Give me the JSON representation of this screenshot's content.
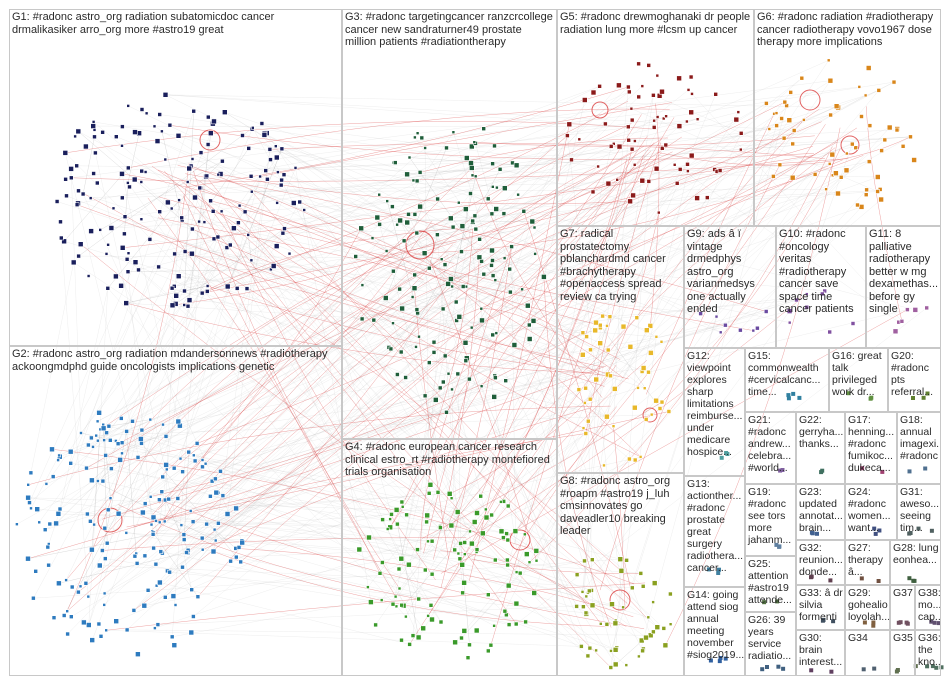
{
  "groups": [
    {
      "id": "G1",
      "label": "G1: #radonc astro_org radiation subatomicdoc cancer drmalikasiker arro_org more #astro19 great",
      "color": "#1a1f5c"
    },
    {
      "id": "G2",
      "label": "G2: #radonc astro_org radiation mdandersonnews #radiotherapy ackoongmdphd guide oncologists implications genetic",
      "color": "#2e7bbf"
    },
    {
      "id": "G3",
      "label": "G3: #radonc targetingcancer ranzcrcollege cancer new sandraturner49 prostate million patients #radiationtherapy",
      "color": "#1f5e3a"
    },
    {
      "id": "G4",
      "label": "G4: #radonc european cancer research clinical estro_rt #radiotherapy montefiored trials organisation",
      "color": "#3a9a2a"
    },
    {
      "id": "G5",
      "label": "G5: #radonc drewmoghanaki dr people radiation lung more #lcsm up cancer",
      "color": "#8b1a1a"
    },
    {
      "id": "G6",
      "label": "G6: #radonc radiation #radiotherapy cancer radiotherapy vovo1967 dose therapy more implications",
      "color": "#d9861a"
    },
    {
      "id": "G7",
      "label": "G7: radical prostatectomy pblanchardmd cancer #brachytherapy #openaccess spread review ca trying",
      "color": "#e8b82a"
    },
    {
      "id": "G8",
      "label": "G8: #radonc astro_org #roapm #astro19 j_luh cmsinnovates go daveadler10 breaking leader",
      "color": "#8aa020"
    },
    {
      "id": "G9",
      "label": "G9: ads â ï vintage drmedphys astro_org varianmedsys one actually ended",
      "color": "#6a4aa0"
    },
    {
      "id": "G10",
      "label": "G10: #radonc #oncology veritas #radiotherapy cancer save space time cancer patients",
      "color": "#8050a0"
    },
    {
      "id": "G11",
      "label": "G11: 8 palliative radiotherapy better w mg dexamethas... before gy single",
      "color": "#a060a0"
    },
    {
      "id": "G12",
      "label": "G12: viewpoint explores sharp limitations reimburse... under medicare hospice...",
      "color": "#50a0a0"
    },
    {
      "id": "G13",
      "label": "G13: actionther... #radonc prostate great surgery radiothera... cancer...",
      "color": "#4080a0"
    },
    {
      "id": "G14",
      "label": "G14: going attend siog annual meeting november #siog2019...",
      "color": "#3060a0"
    },
    {
      "id": "G15",
      "label": "G15: commonwealth #cervicalcanc... time...",
      "color": "#3080a0"
    },
    {
      "id": "G16",
      "label": "G16: great talk privileged work dr...",
      "color": "#609040"
    },
    {
      "id": "G17",
      "label": "G17: henning... #radonc fumikoc... dukeca...",
      "color": "#a04070"
    },
    {
      "id": "G18",
      "label": "G18: annual imagexi... #radonc",
      "color": "#507090"
    },
    {
      "id": "G19",
      "label": "G19: #radonc see tors more jahanm...",
      "color": "#6080a0"
    },
    {
      "id": "G20",
      "label": "G20: #radonc pts referral...",
      "color": "#608030"
    },
    {
      "id": "G21",
      "label": "G21: #radonc andrew... celebra... #world...",
      "color": "#8060a0"
    },
    {
      "id": "G22",
      "label": "G22: gerryha... thanks...",
      "color": "#407060"
    },
    {
      "id": "G23",
      "label": "G23: updated annotat... brain...",
      "color": "#406090"
    },
    {
      "id": "G24",
      "label": "G24: #radonc women... want...",
      "color": "#405080"
    },
    {
      "id": "G25",
      "label": "G25: attention #astro19 attende...",
      "color": "#507040"
    },
    {
      "id": "G26",
      "label": "G26: 39 years service radiatio...",
      "color": "#406080"
    },
    {
      "id": "G27",
      "label": "G27: therapy â...",
      "color": "#705040"
    },
    {
      "id": "G28",
      "label": "G28: lung eonhea...",
      "color": "#406040"
    },
    {
      "id": "G29",
      "label": "G29: gohealio loyolah...",
      "color": "#806040"
    },
    {
      "id": "G30",
      "label": "G30: brain interest...",
      "color": "#604060"
    },
    {
      "id": "G31",
      "label": "G31: aweso... seeing tim...",
      "color": "#506060"
    },
    {
      "id": "G32",
      "label": "G32: reunion... donde...",
      "color": "#604050"
    },
    {
      "id": "G33",
      "label": "G33: â dr silvia formenti",
      "color": "#405060"
    },
    {
      "id": "G34",
      "label": "G34",
      "color": "#506070"
    },
    {
      "id": "G35",
      "label": "G35",
      "color": "#607050"
    },
    {
      "id": "G36",
      "label": "G36: the kno...",
      "color": "#507060"
    },
    {
      "id": "G37",
      "label": "G37",
      "color": "#705060"
    },
    {
      "id": "G38",
      "label": "G38: mo... cap...",
      "color": "#605070"
    }
  ],
  "edge_color": "#d83030",
  "grey_edge": "#9a9a9a"
}
